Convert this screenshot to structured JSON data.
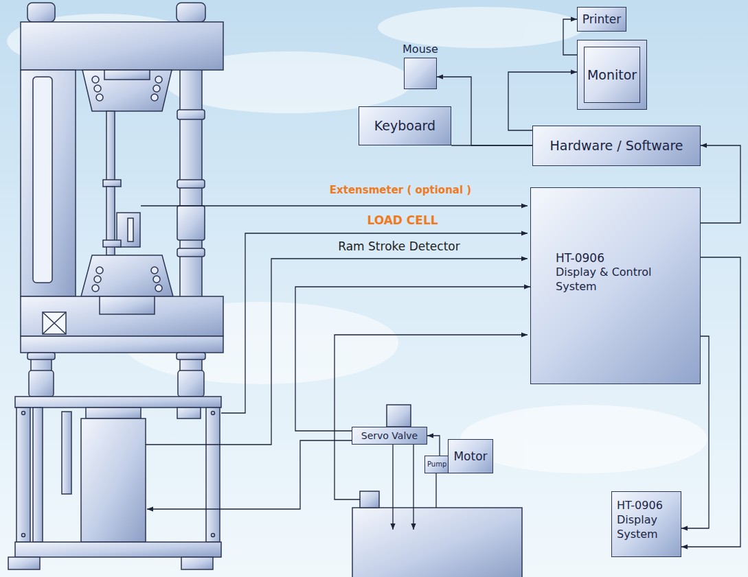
{
  "diagram": {
    "nodes": [
      {
        "text": [
          "Printer"
        ]
      },
      {
        "text": [
          "Mouse"
        ]
      },
      {
        "text": [
          "Monitor"
        ]
      },
      {
        "text": [
          "Keyboard"
        ]
      },
      {
        "text": [
          "Hardware / Software"
        ]
      },
      {
        "text": [
          "HT-0906",
          "Display & Control System"
        ]
      },
      {
        "text": [
          "Servo Valve"
        ]
      },
      {
        "text": [
          "Pump"
        ]
      },
      {
        "text": [
          "Motor"
        ]
      },
      {
        "text": [
          "HT-0906",
          "Display System"
        ]
      }
    ],
    "edges": [
      {
        "from": 2,
        "to": 0,
        "arrow": "to"
      },
      {
        "from": 4,
        "to": 2,
        "arrow": "to"
      },
      {
        "from": 3,
        "to": 4,
        "arrow": "none"
      },
      {
        "from": 4,
        "to": 1,
        "arrow": "to"
      },
      {
        "from": 5,
        "to": 4,
        "arrow": "to"
      },
      {
        "from": 5,
        "to": 9,
        "arrow": "to"
      },
      {
        "from": 5,
        "to": 9,
        "arrow": "to"
      },
      {
        "from": 6,
        "to": 5,
        "arrow": "to"
      },
      {
        "from": 7,
        "to": 6,
        "arrow": "to"
      }
    ],
    "labels": [
      "Extensmeter ( optional )",
      "LOAD CELL",
      "Ram Stroke Detector"
    ]
  }
}
